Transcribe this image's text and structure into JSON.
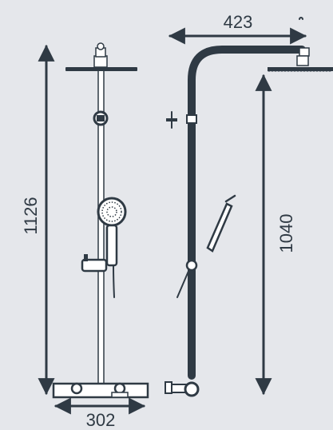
{
  "dimensions": {
    "total_height": "1126",
    "arm_length": "423",
    "riser_height": "1040",
    "base_width": "302"
  },
  "colors": {
    "background": "#e5e7eb",
    "line": "#2f3a44"
  }
}
